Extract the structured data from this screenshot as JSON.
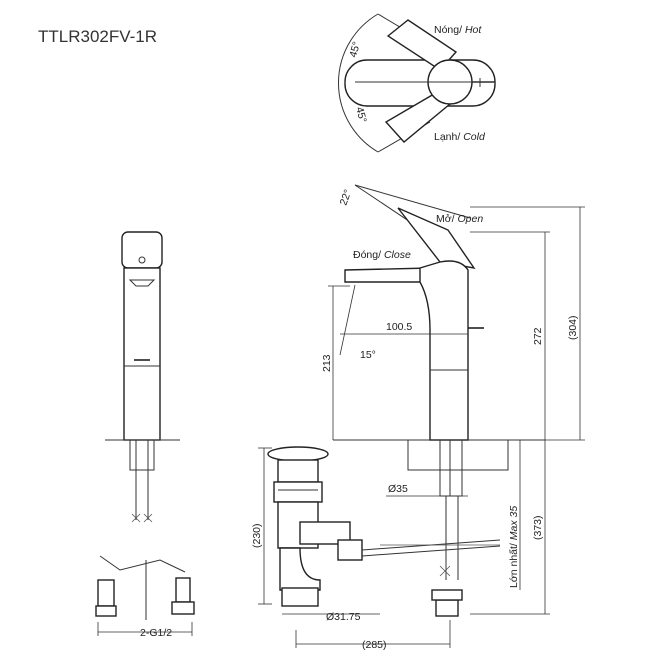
{
  "model": "TTLR302FV-1R",
  "top_view": {
    "angle_hot": "45°",
    "angle_cold": "45°",
    "label_hot_vn": "Nóng/ ",
    "label_hot_en": "Hot",
    "label_cold_vn": "Lạnh/ ",
    "label_cold_en": "Cold"
  },
  "side_view": {
    "angle_open": "22°",
    "label_open_vn": "Mở/ ",
    "label_open_en": "Open",
    "label_close_vn": "Đóng/ ",
    "label_close_en": "Close",
    "dim_reach": "100.5",
    "dim_spout_angle": "15°",
    "dim_spout_height": "213",
    "dim_body_height": "272",
    "dim_total_height": "(304)",
    "dim_shank_dia": "Ø35",
    "dim_max_thickness_vn": "Lớn nhất/ ",
    "dim_max_thickness_en": "Max 35",
    "dim_shank_length": "(373)"
  },
  "drain": {
    "dim_height": "(230)",
    "dim_pipe_dia": "Ø31.75",
    "dim_width": "(285)"
  },
  "front_view": {
    "thread": "2-G1/2"
  }
}
